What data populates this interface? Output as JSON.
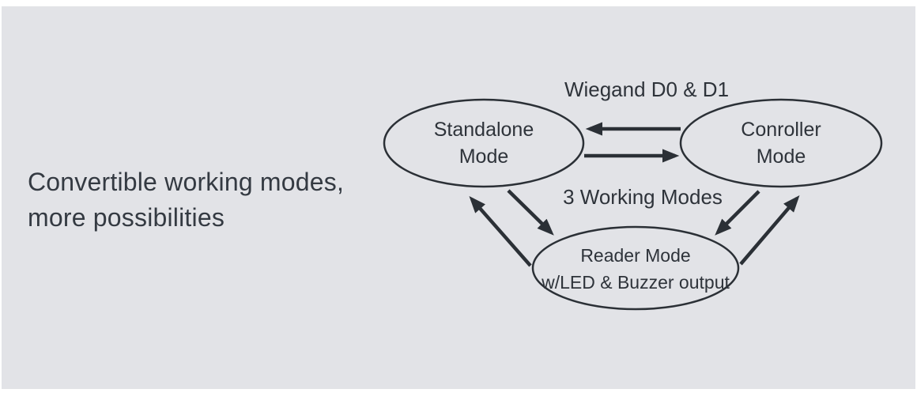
{
  "colors": {
    "page_background": "#ffffff",
    "panel_background": "#e2e3e7",
    "diagram_stroke": "#2b3036",
    "diagram_text": "#2e333a",
    "headline_text": "#343a42"
  },
  "headline": {
    "line1": "Convertible working modes,",
    "line2": "more possibilities"
  },
  "diagram": {
    "edge_labels": {
      "wiegand": "Wiegand D0 & D1",
      "working_modes": "3 Working Modes"
    },
    "nodes": {
      "standalone": {
        "line1": "Standalone",
        "line2": "Mode"
      },
      "controller": {
        "line1": "Conroller",
        "line2": "Mode"
      },
      "reader": {
        "line1": "Reader Mode",
        "line2": "w/LED & Buzzer output"
      }
    },
    "edges": [
      {
        "from": "controller",
        "to": "standalone"
      },
      {
        "from": "standalone",
        "to": "controller"
      },
      {
        "from": "standalone",
        "to": "reader"
      },
      {
        "from": "reader",
        "to": "standalone"
      },
      {
        "from": "controller",
        "to": "reader"
      },
      {
        "from": "reader",
        "to": "controller"
      }
    ]
  }
}
